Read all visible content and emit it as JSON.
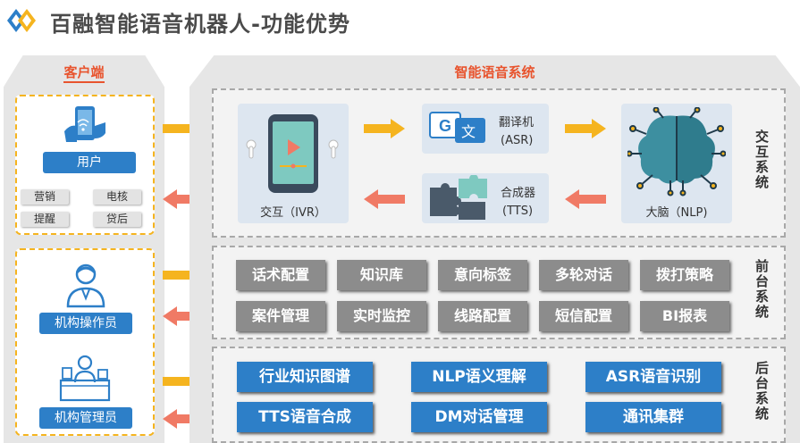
{
  "header": {
    "title": "百融智能语音机器人-功能优势"
  },
  "client": {
    "title": "客户端",
    "user_label": "用户",
    "user_chips": [
      "营销",
      "电核",
      "提醒",
      "贷后"
    ],
    "operator_label": "机构操作员",
    "manager_label": "机构管理员"
  },
  "system": {
    "title": "智能语音系统",
    "interaction": {
      "title": "交互系统",
      "ivr": "交互（IVR）",
      "asr_line1": "翻译机",
      "asr_line2": "(ASR)",
      "tts_line1": "合成器",
      "tts_line2": "(TTS)",
      "nlp": "大脑（NLP)"
    },
    "front": {
      "title": "前台系统",
      "items": [
        "话术配置",
        "知识库",
        "意向标签",
        "多轮对话",
        "拨打策略",
        "案件管理",
        "实时监控",
        "线路配置",
        "短信配置",
        "BI报表"
      ]
    },
    "back": {
      "title": "后台系统",
      "items": [
        "行业知识图谱",
        "NLP语义理解",
        "ASR语音识别",
        "TTS语音合成",
        "DM对话管理",
        "通讯集群"
      ]
    }
  },
  "colors": {
    "accent_orange": "#f5b41f",
    "arrow_red": "#f07a65",
    "title_red": "#e8542e",
    "brand_blue": "#2d7fc8",
    "chip_grey": "#8c8c8c"
  }
}
